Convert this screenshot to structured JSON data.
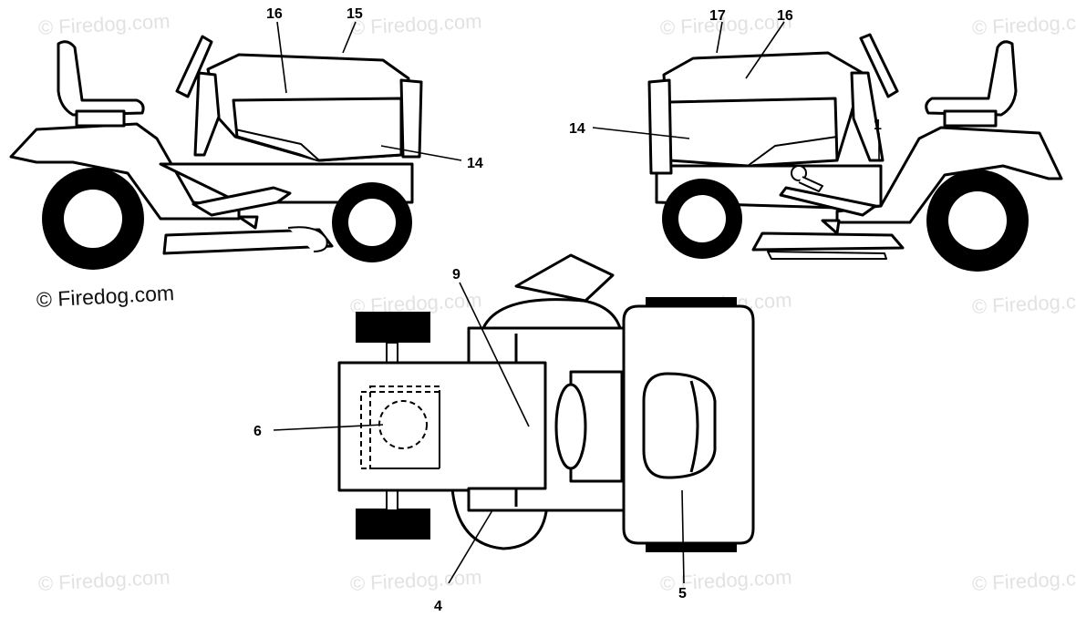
{
  "watermark_text": "© Firedog.com",
  "credit_text": "© Firedog.com",
  "labels": {
    "l16a": "16",
    "l15": "15",
    "l14a": "14",
    "l17": "17",
    "l16b": "16",
    "l14b": "14",
    "l1": "1",
    "l9": "9",
    "l6": "6",
    "l4": "4",
    "l5": "5"
  }
}
